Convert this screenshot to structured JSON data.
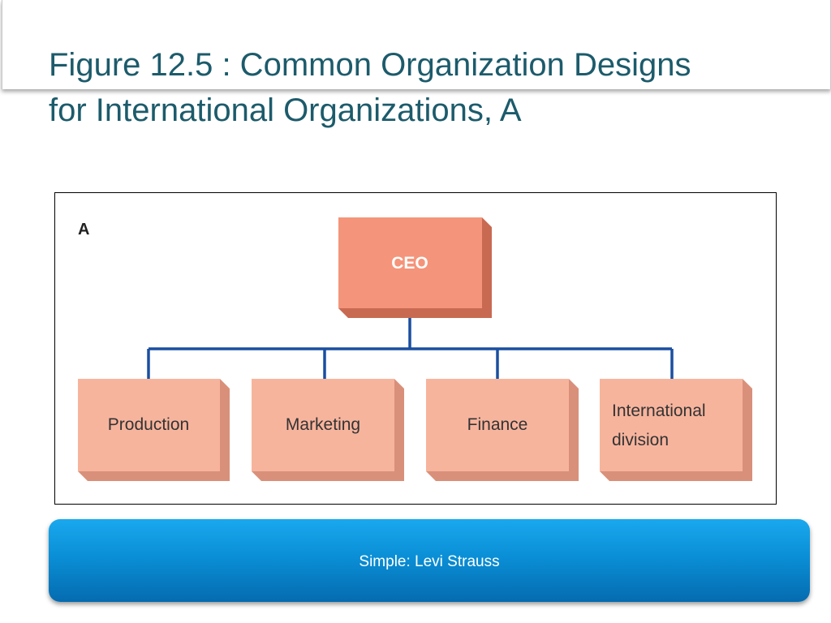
{
  "slide": {
    "title_line1": "Figure 12.5 : Common Organization Designs",
    "title_line2": "for International Organizations, A"
  },
  "diagram": {
    "panel_label": "A",
    "top_node": "CEO",
    "children": [
      "Production",
      "Marketing",
      "Finance",
      "International division"
    ],
    "international_line1": "International",
    "international_line2": "division",
    "colors": {
      "ceo_fill": "#f4947a",
      "child_fill": "#f7b49d",
      "connector": "#1a4fa0",
      "title_text": "#1c5b6b"
    }
  },
  "caption": {
    "text": "Simple: Levi Strauss"
  }
}
